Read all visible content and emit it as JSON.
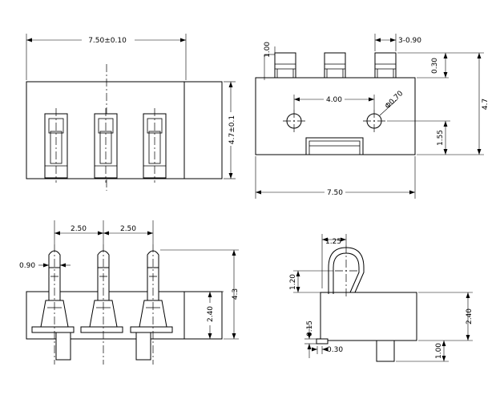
{
  "views": {
    "top": {
      "width": "7.50±0.10",
      "height": "4.7±0.1"
    },
    "front": {
      "pin_width": "1.00",
      "pin_spacing": "3-0.90",
      "top_gap": "0.30",
      "hole_spacing": "4.00",
      "hole_dia": "Φ0.70",
      "height": "4.7",
      "lower_height": "1.55",
      "width": "7.50"
    },
    "bottom": {
      "pitch_left": "2.50",
      "pitch_right": "2.50",
      "tip_width": "0.90",
      "body_height": "2.40",
      "total_height": "4.3"
    },
    "side": {
      "spring_width": "1.25",
      "spring_height": "1.20",
      "body_height": "2.40",
      "foot_height": "0.15",
      "pin_length": "1.00",
      "foot_width": "0.30"
    }
  }
}
